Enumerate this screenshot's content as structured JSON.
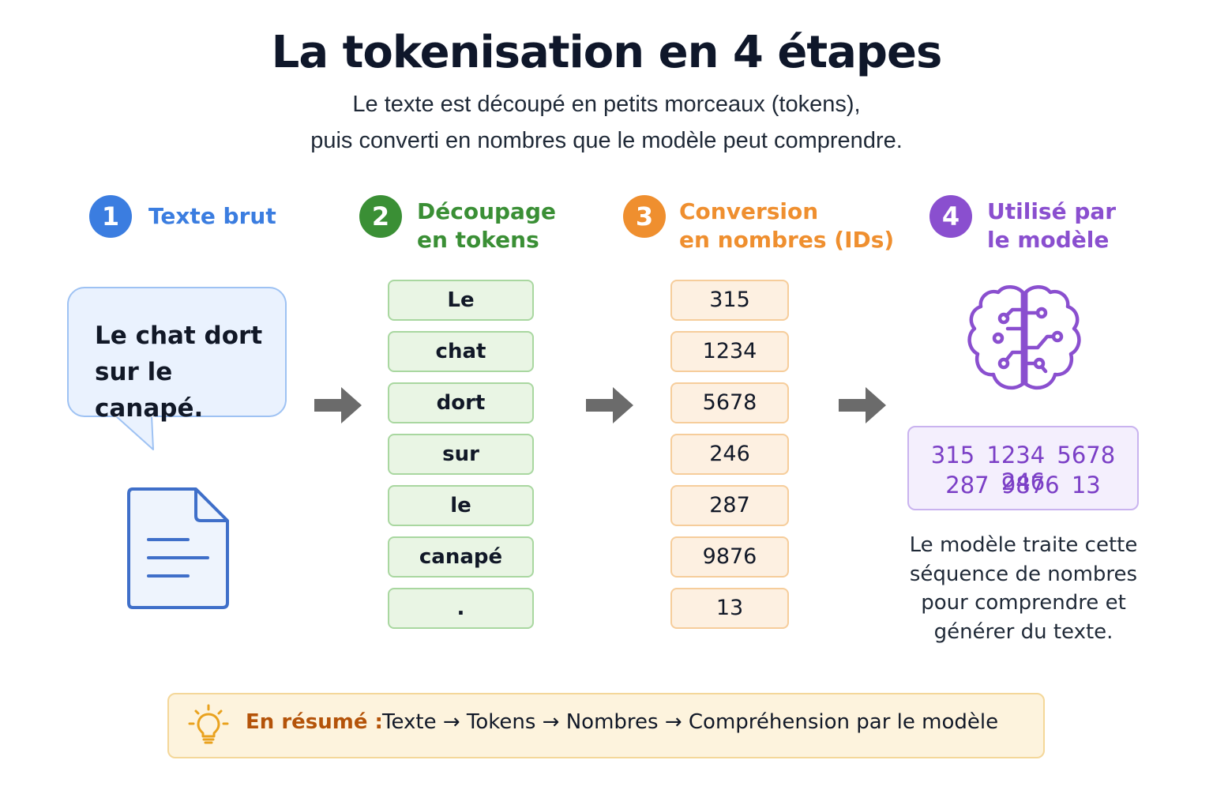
{
  "title": "La tokenisation en 4 étapes",
  "subtitle": {
    "line1": "Le texte est découpé en petits morceaux (tokens),",
    "line2": "puis converti en nombres que le modèle peut comprendre."
  },
  "colors": {
    "step1": "#3b7de0",
    "step2": "#3a8f35",
    "step3": "#ef8f2f",
    "step4": "#8a4fcf",
    "arrow": "#6b6b6b"
  },
  "steps": [
    {
      "number": "1",
      "label_line1": "Texte brut",
      "label_line2": ""
    },
    {
      "number": "2",
      "label_line1": "Découpage",
      "label_line2": "en tokens"
    },
    {
      "number": "3",
      "label_line1": "Conversion",
      "label_line2": "en nombres (IDs)"
    },
    {
      "number": "4",
      "label_line1": "Utilisé par",
      "label_line2": "le modèle"
    }
  ],
  "raw_text": {
    "line1": "Le chat dort",
    "line2": "sur le canapé.",
    "icon": "document-icon"
  },
  "tokens": [
    "Le",
    "chat",
    "dort",
    "sur",
    "le",
    "canapé",
    "."
  ],
  "ids": [
    "315",
    "1234",
    "5678",
    "246",
    "287",
    "9876",
    "13"
  ],
  "sequence": {
    "line1": "315  1234  5678  246",
    "line2": "287  9876  13"
  },
  "model": {
    "icon": "brain-icon",
    "description": [
      "Le modèle traite cette",
      "séquence de nombres",
      "pour comprendre et",
      "générer du texte."
    ]
  },
  "summary": {
    "icon": "lightbulb-icon",
    "label": "En résumé :",
    "text": "Texte → Tokens → Nombres → Compréhension par le modèle"
  }
}
